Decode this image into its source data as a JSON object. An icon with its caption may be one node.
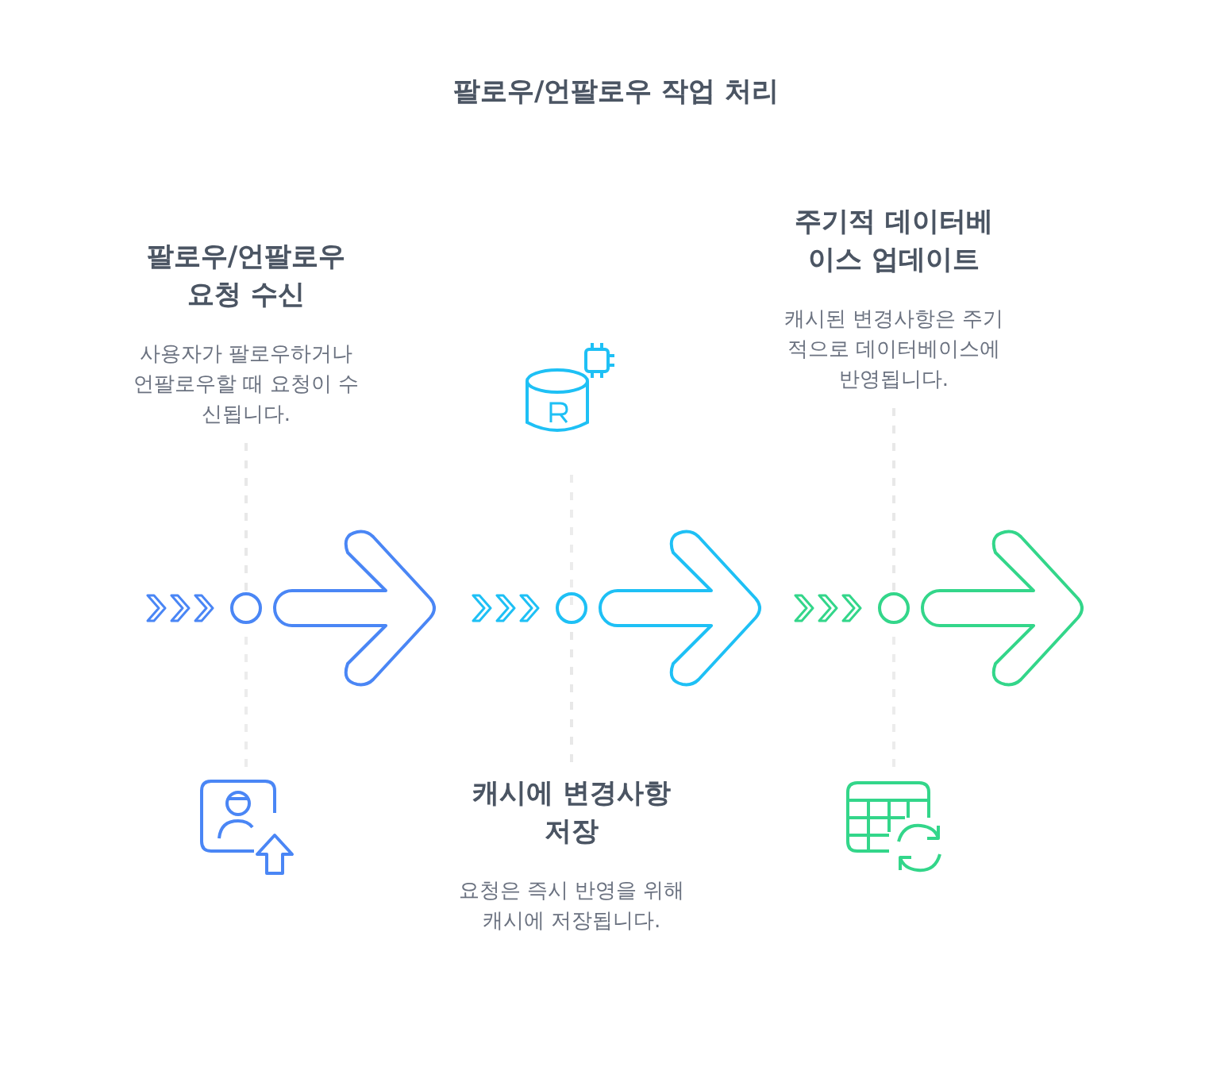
{
  "diagram": {
    "title": "팔로우/언팔로우 작업 처리",
    "nodes": [
      {
        "text": [
          "팔로우/언팔로우 요청 수신",
          "사용자가 팔로우하거나 언팔로우할 때 요청이 수신됩니다."
        ]
      },
      {
        "text": [
          "캐시에 변경사항 저장",
          "요청은 즉시 반영을 위해 캐시에 저장됩니다."
        ]
      },
      {
        "text": [
          "주기적 데이터베이스 업데이트",
          "캐시된 변경사항은 주기적으로 데이터베이스에 반영됩니다."
        ]
      },
      {
        "text": [],
        "shape": "circle"
      },
      {
        "text": [],
        "shape": "circle"
      },
      {
        "text": [],
        "shape": "circle"
      }
    ],
    "edges": [
      {
        "from": 0,
        "to": 3,
        "arrow": "none",
        "style": "dashed"
      },
      {
        "from": 1,
        "to": 4,
        "arrow": "none",
        "style": "dashed"
      },
      {
        "from": 2,
        "to": 5,
        "arrow": "none",
        "style": "dashed"
      }
    ]
  }
}
